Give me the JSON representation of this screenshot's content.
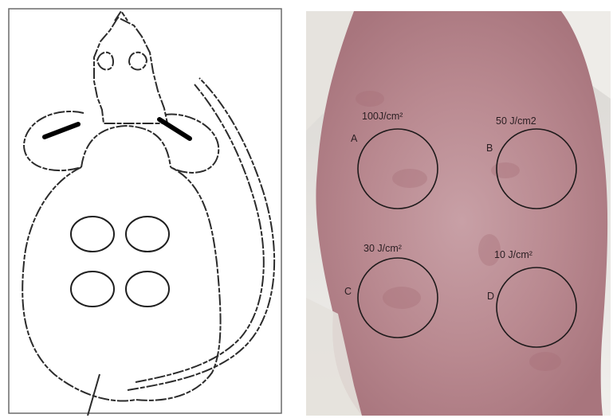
{
  "figure": {
    "left_panel": {
      "kind": "rat-dorsal-schematic",
      "sites": 4
    },
    "right_panel": {
      "kind": "rat-dorsal-skin-photo",
      "sites": [
        {
          "letter": "A",
          "dose": "100J/cm²"
        },
        {
          "letter": "B",
          "dose": "50 J/cm2"
        },
        {
          "letter": "C",
          "dose": "30 J/cm²"
        },
        {
          "letter": "D",
          "dose": "10 J/cm²"
        }
      ]
    }
  },
  "colors": {
    "outline": "#2b2b2b",
    "skin": "#b9868c",
    "fur": "#e9e6e2",
    "circle": "#1e1a1b"
  }
}
